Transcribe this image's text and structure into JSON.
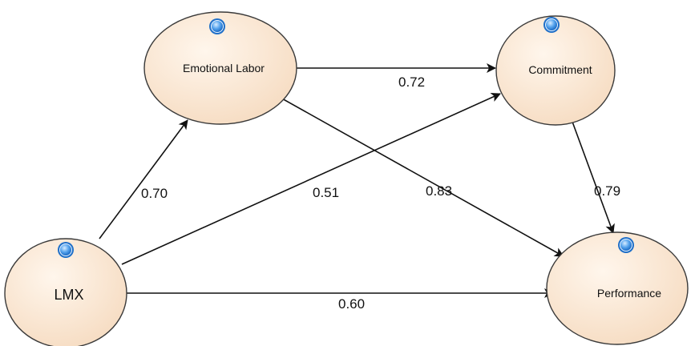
{
  "diagram": {
    "nodes": {
      "emotional_labor": {
        "label": "Emotional Labor"
      },
      "commitment": {
        "label": "Commitment"
      },
      "lmx": {
        "label": "LMX"
      },
      "performance": {
        "label": "Performance"
      }
    },
    "edges": {
      "emotional_labor_to_commitment": {
        "from": "Emotional Labor",
        "to": "Commitment",
        "label": "0.72"
      },
      "lmx_to_emotional_labor": {
        "from": "LMX",
        "to": "Emotional Labor",
        "label": "0.70"
      },
      "lmx_to_commitment": {
        "from": "LMX",
        "to": "Commitment",
        "label": "0.51"
      },
      "emotional_labor_to_performance": {
        "from": "Emotional Labor",
        "to": "Performance",
        "label": "0.83"
      },
      "commitment_to_performance": {
        "from": "Commitment",
        "to": "Performance",
        "label": "0.79"
      },
      "lmx_to_performance": {
        "from": "LMX",
        "to": "Performance",
        "label": "0.60"
      }
    },
    "colors": {
      "node_fill": "#fbe8d6",
      "node_stroke": "#3a3a3a",
      "arrow": "#111111",
      "indicator": "#3d8fe0"
    }
  }
}
